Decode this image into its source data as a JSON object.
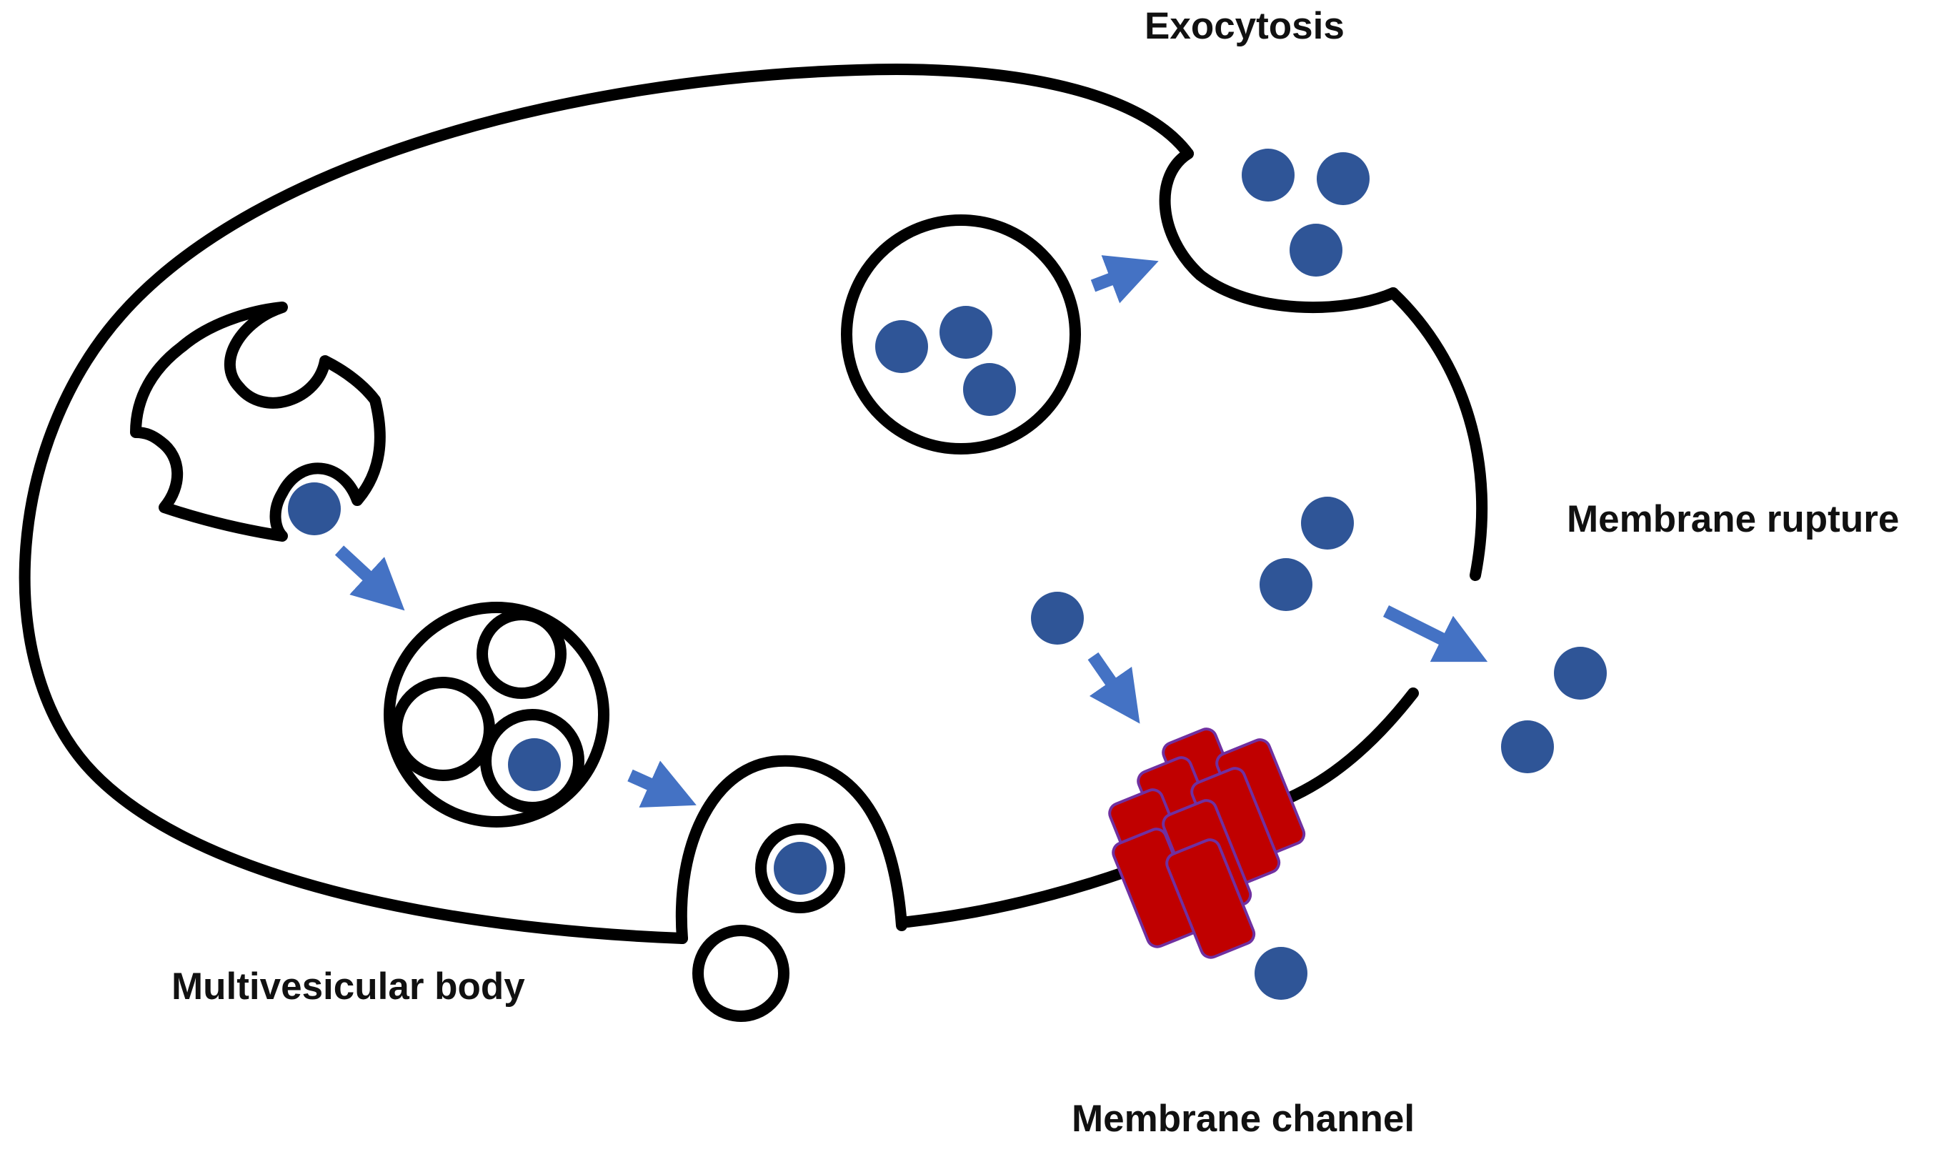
{
  "labels": {
    "exocytosis": "Exocytosis",
    "membrane_rupture": "Membrane rupture",
    "multivesicular_body": "Multivesicular body",
    "membrane_channel": "Membrane channel"
  },
  "colors": {
    "membrane": "#000000",
    "particle": "#2f5597",
    "arrow": "#4472c4",
    "channel_fill": "#c00000",
    "channel_outline": "#7030a0"
  }
}
